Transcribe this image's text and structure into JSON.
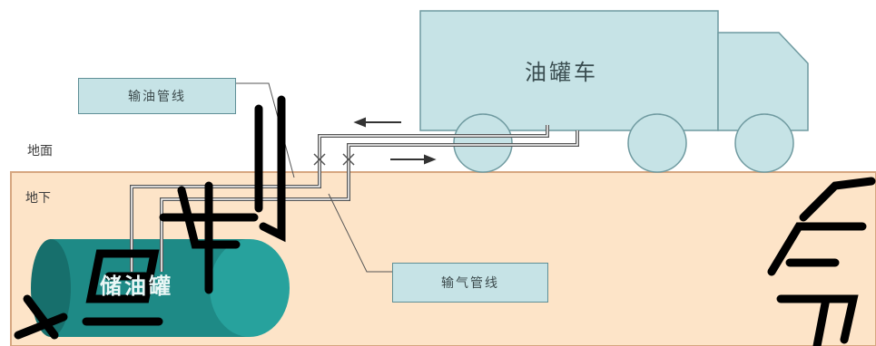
{
  "labels": {
    "ground": "地面",
    "underground": "地下",
    "oil_pipeline": "输油管线",
    "vapor_pipeline": "输气管线",
    "tanker_truck": "油罐车",
    "storage_tank": "储油罐",
    "watermark_left": "禁复制",
    "watermark_right": "严禁"
  },
  "colors": {
    "underground_fill": "#fde4c8",
    "underground_stroke": "#d6a680",
    "truck_fill": "#c6e3e6",
    "truck_stroke": "#6f9aa0",
    "tank_fill": "#1e8a86",
    "pipe": "#555555",
    "watermark": "#000000"
  }
}
